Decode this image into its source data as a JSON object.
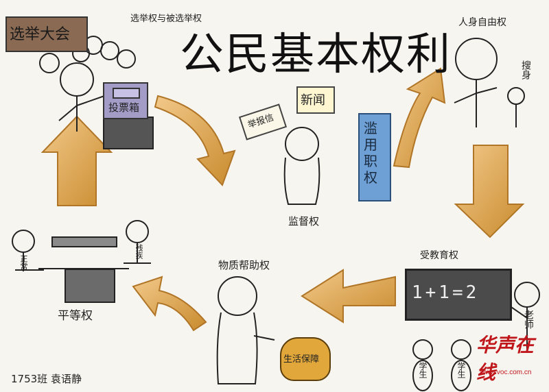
{
  "title": "公民基本权利",
  "labels": {
    "election_right": "选举权与被选举权",
    "election_sign": "选举大会",
    "ballot_box": "投票箱",
    "personal_freedom": "人身自由权",
    "search": "搜身",
    "supervision": "监督权",
    "report_letter": "举报信",
    "news": "新闻",
    "abuse_power": "滥用职权",
    "education": "受教育权",
    "teacher": "老师",
    "student": "学生",
    "material_aid": "物质帮助权",
    "livelihood": "生活保障",
    "equality": "平等权",
    "normal": "正常",
    "disabled": "残疾",
    "author": "1753班 袁语静"
  },
  "blackboard": "1+1=2",
  "watermark": {
    "brand": "华声在线",
    "url": "www.voc.com.cn"
  },
  "colors": {
    "arrow_fill": "#e2a74a",
    "arrow_edge": "#c27a22",
    "sign_brown": "#8a6a52",
    "ballot_purple": "#a39cc7",
    "pillar_blue": "#6ea0d6",
    "watermark_red": "#c0171c"
  }
}
